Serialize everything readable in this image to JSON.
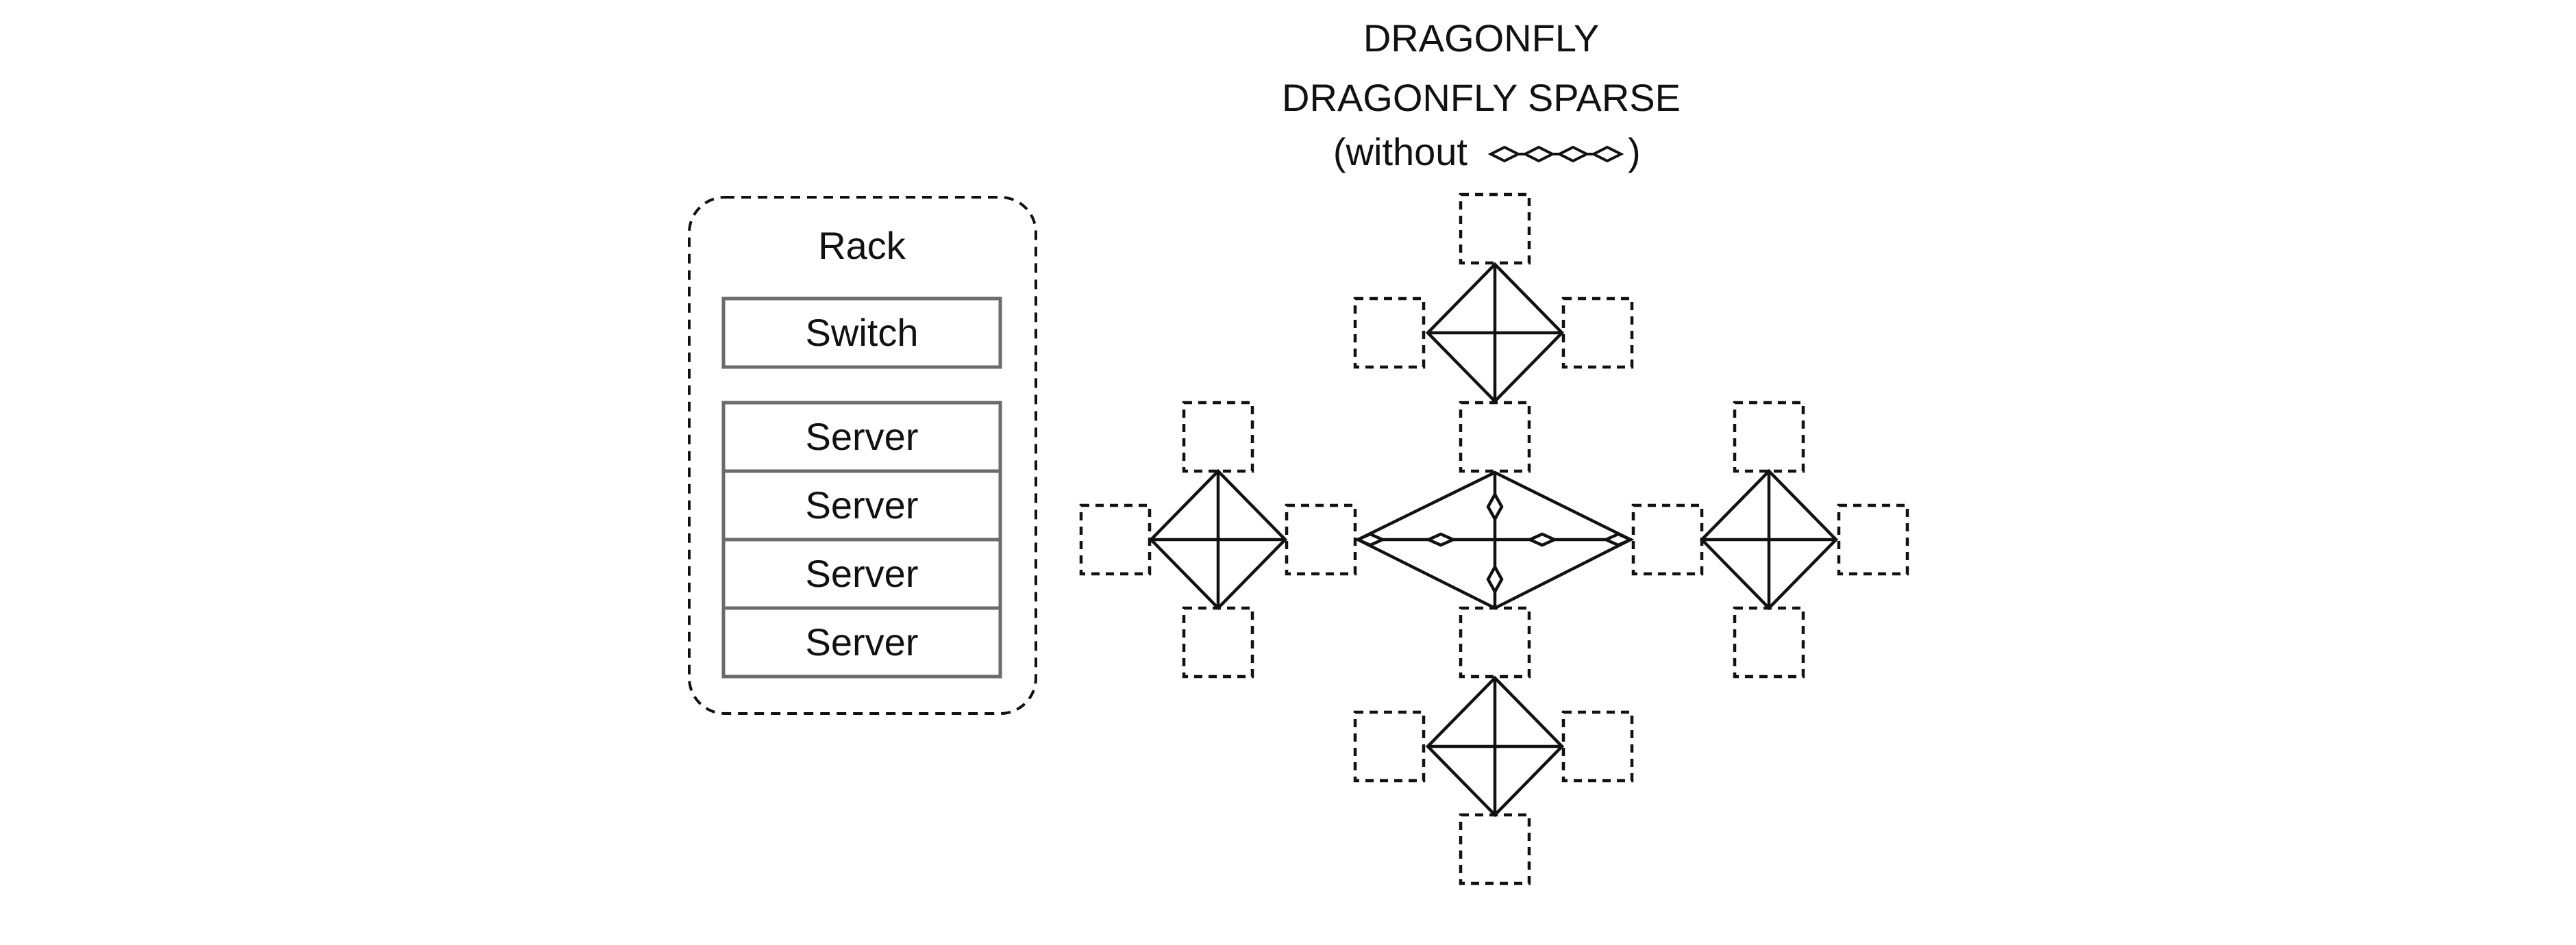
{
  "title": {
    "line1": "DRAGONFLY",
    "line2": "DRAGONFLY SPARSE",
    "line3_prefix": "(without",
    "line3_suffix": ")"
  },
  "legend": {
    "rack_label": "Rack",
    "switch_label": "Switch",
    "server_labels": [
      "Server",
      "Server",
      "Server",
      "Server"
    ]
  },
  "colors": {
    "line": "#111111",
    "box_border": "#6b6b6b",
    "background": "#ffffff"
  }
}
